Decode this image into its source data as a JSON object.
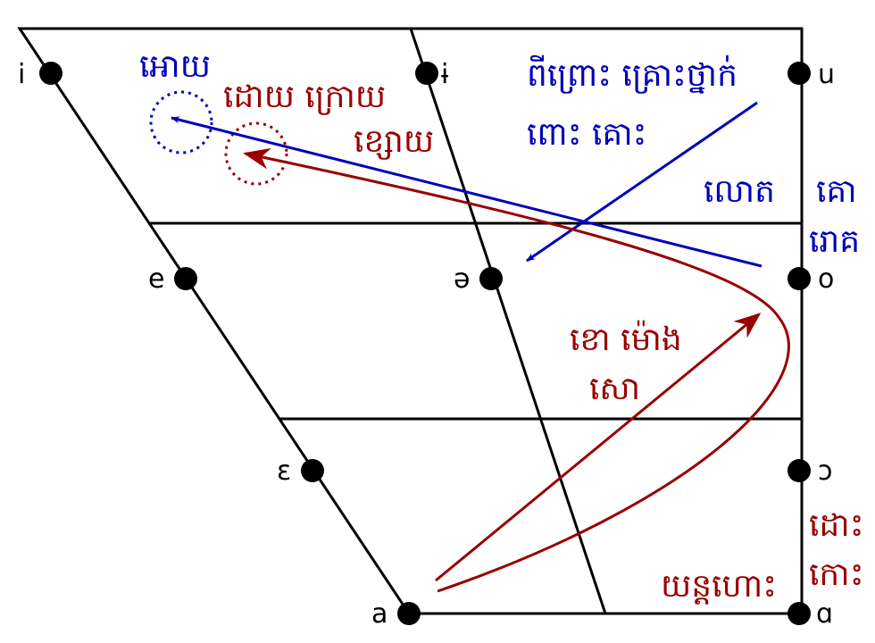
{
  "vowels": {
    "i": "i",
    "barred_i": "ɨ",
    "u": "u",
    "e": "e",
    "schwa": "ə",
    "o": "o",
    "open_e": "ɛ",
    "open_o": "ɔ",
    "a": "a",
    "script_a": "ɑ"
  },
  "words": {
    "blue_top_left": "អោយ",
    "red_top_line1": "ដោយ ក្រោយ",
    "red_top_line2": "ខ្សោយ",
    "blue_top_right_line1": "ពីព្រោះ គ្រោះថ្នាក់",
    "blue_top_right_line2": "ពោះ គោះ",
    "blue_mid_left": "លោត",
    "blue_mid_right1": "គោ",
    "blue_mid_right2": "រោគ",
    "red_mid_line1": "ខោ ម៉ោង",
    "red_mid_line2": "សោ",
    "red_bottom_right1": "ដោះ",
    "red_bottom_right2": "កោះ",
    "red_bottom": "យន្តហោះ"
  },
  "colors": {
    "blue": "#0000bb",
    "red": "#990000",
    "line": "#000000"
  }
}
